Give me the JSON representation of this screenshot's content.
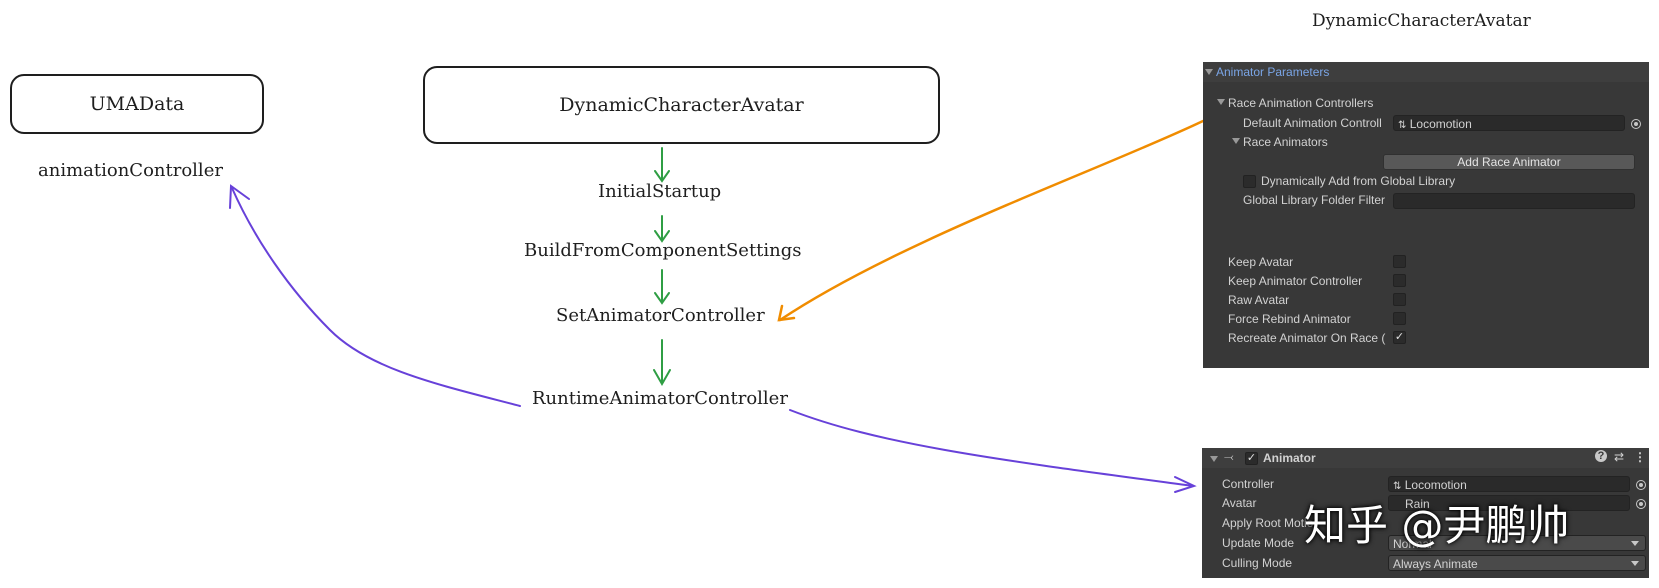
{
  "diagram": {
    "umadata_box": "UMAData",
    "umadata_field": "animationController",
    "dca_box": "DynamicCharacterAvatar",
    "flow": [
      "InitialStartup",
      "BuildFromComponentSettings",
      "SetAnimatorController",
      "RuntimeAnimatorController"
    ],
    "right_title": "DynamicCharacterAvatar",
    "colors": {
      "green": "#2f9e44",
      "purple": "#6741d9",
      "orange": "#f08c00"
    }
  },
  "animator_parameters": {
    "header": "Animator Parameters",
    "race_controllers": "Race Animation Controllers",
    "default_controller_label": "Default Animation Controll",
    "default_controller_value": "Locomotion",
    "race_animators": "Race Animators",
    "add_button": "Add Race Animator",
    "dynamic_add_label": "Dynamically Add from Global Library",
    "folder_filter_label": "Global Library Folder Filter",
    "toggles": [
      {
        "label": "Keep Avatar",
        "checked": false
      },
      {
        "label": "Keep Animator Controller",
        "checked": false
      },
      {
        "label": "Raw Avatar",
        "checked": false
      },
      {
        "label": "Force Rebind Animator",
        "checked": false
      },
      {
        "label": "Recreate Animator On Race (",
        "checked": true
      }
    ]
  },
  "animator_component": {
    "title": "Animator",
    "controller_label": "Controller",
    "controller_value": "Locomotion",
    "avatar_label": "Avatar",
    "avatar_value": "Rain",
    "root_motion_label": "Apply Root Motio",
    "update_mode_label": "Update Mode",
    "update_mode_value": "Normal",
    "culling_mode_label": "Culling Mode",
    "culling_mode_value": "Always Animate"
  },
  "watermark": "知乎 @尹鹏帅",
  "icons": {
    "check": "✓",
    "help": "?",
    "menu": "⋮",
    "settings": "⇄",
    "controller": "⇅"
  }
}
